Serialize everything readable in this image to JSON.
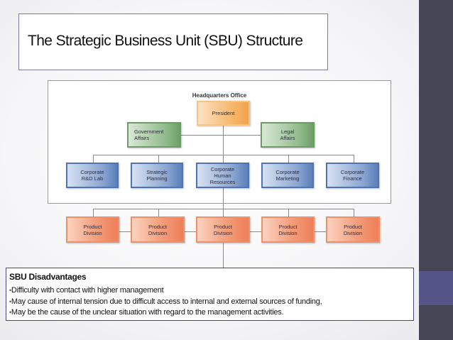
{
  "slide": {
    "title": "The Strategic Business Unit (SBU) Structure",
    "colors": {
      "side_strip": "#454556",
      "side_band": "#545487",
      "title_border": "#7a7a9c",
      "president": "#f3a24b",
      "staff": "#6e9f68",
      "corporate": "#5b7fb8",
      "division": "#ee7f58"
    }
  },
  "org_chart": {
    "headquarters_label": "Headquarters Office",
    "president": "President",
    "staff": [
      {
        "label": "Government\nAffairs"
      },
      {
        "label": "Legal\nAffairs"
      }
    ],
    "corporate_units": [
      {
        "label": "Corporate\nR&D Lab"
      },
      {
        "label": "Strategic\nPlanning"
      },
      {
        "label": "Corporate\nHuman\nResources"
      },
      {
        "label": "Corporate\nMarketing"
      },
      {
        "label": "Corporate\nFinance"
      }
    ],
    "divisions": [
      {
        "label": "Product\nDivision"
      },
      {
        "label": "Product\nDivision"
      },
      {
        "label": "Product\nDivision"
      },
      {
        "label": "Product\nDivision"
      },
      {
        "label": "Product\nDivision"
      }
    ]
  },
  "disadvantages": {
    "title": "SBU Disadvantages",
    "items": [
      "Difficulty with contact with higher management",
      "May cause of internal tension due to difficult access to internal and external sources of funding,",
      "May be the cause of the unclear situation with regard to the management activities."
    ]
  }
}
